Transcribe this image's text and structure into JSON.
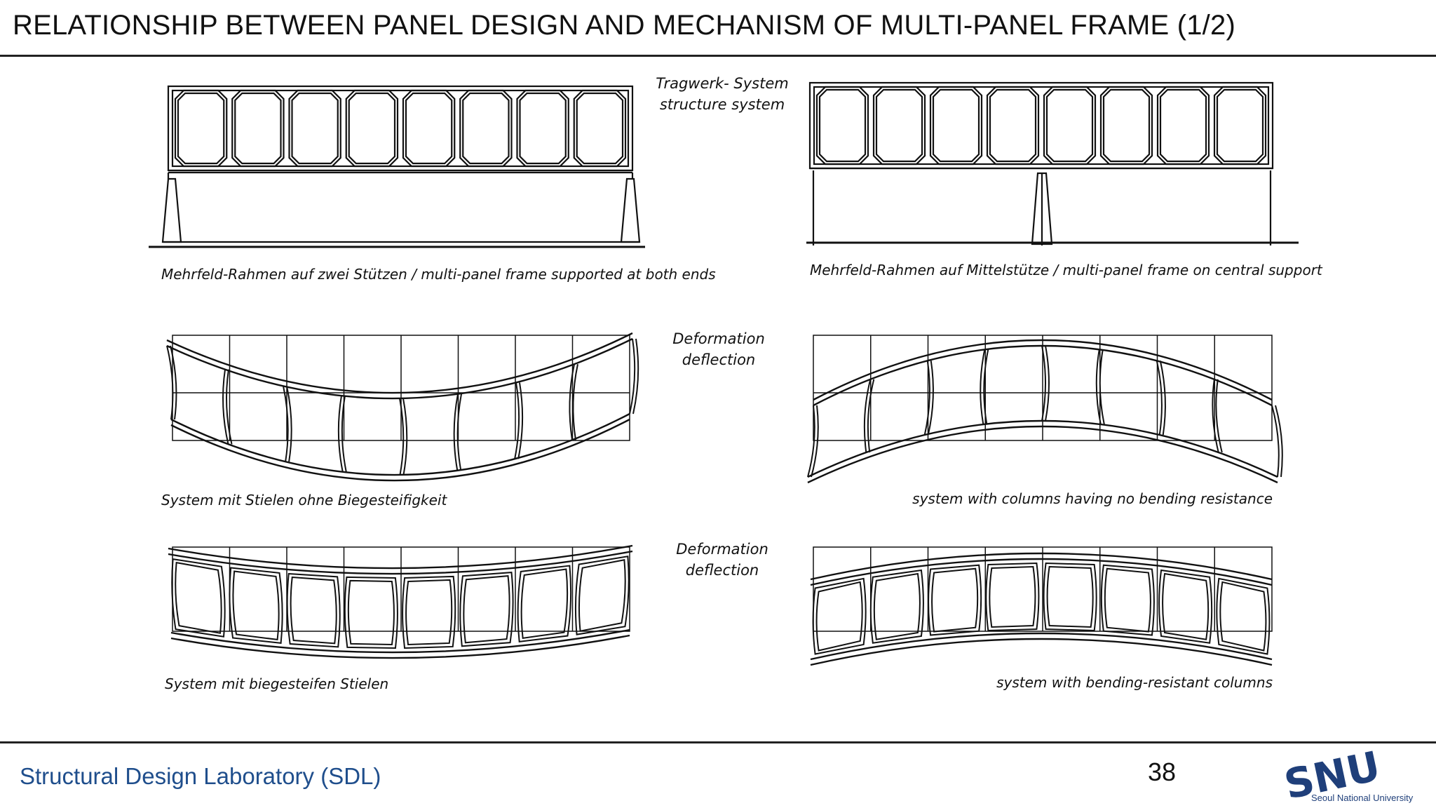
{
  "slide": {
    "title": "RELATIONSHIP BETWEEN PANEL DESIGN AND MECHANISM OF MULTI-PANEL FRAME (1/2)",
    "page_number": "38",
    "footer_lab": "Structural Design Laboratory (SDL)",
    "logo_letters": "SNU",
    "logo_caption": "Seoul National University"
  },
  "diagram": {
    "header_de": "Tragwerk- System",
    "header_en": "structure system",
    "row1_left_caption": "Mehrfeld-Rahmen auf zwei Stützen / multi-panel frame supported at both ends",
    "row1_right_caption": "Mehrfeld-Rahmen auf Mittelstütze / multi-panel frame on central support",
    "deform_de_1": "Deformation",
    "deform_en_1": "deflection",
    "row2_left_caption": "System mit Stielen ohne Biegesteifigkeit",
    "row2_right_caption": "system with columns having no bending resistance",
    "deform_de_2": "Deformation",
    "deform_en_2": "deflection",
    "row3_left_caption": "System mit biegesteifen Stielen",
    "row3_right_caption": "system with bending-resistant columns"
  },
  "colors": {
    "ink": "#111111",
    "footer_blue": "#1f4e8c",
    "logo_blue": "#1f3f7a"
  }
}
